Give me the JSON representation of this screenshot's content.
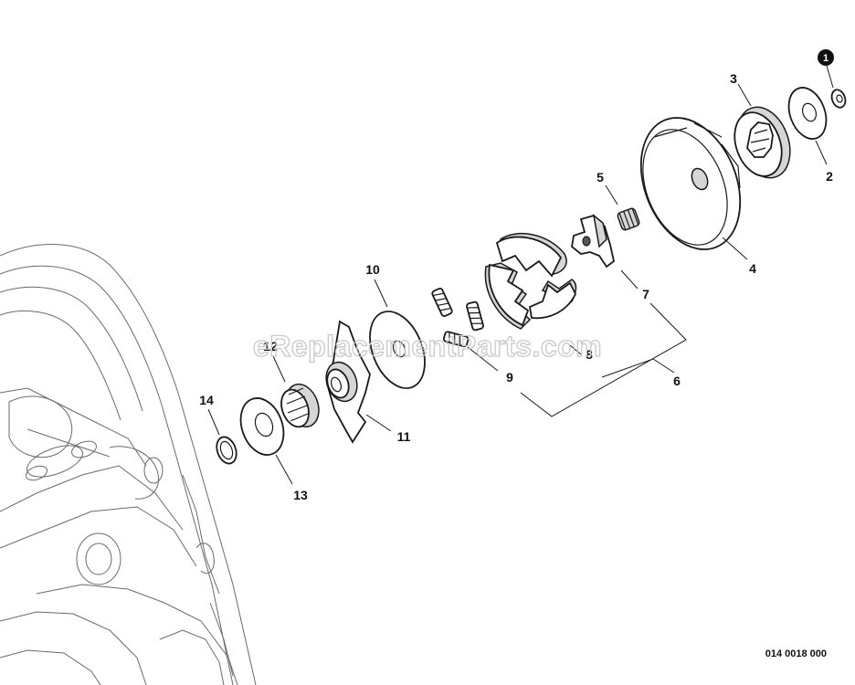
{
  "diagram": {
    "watermark": "eReplacementParts.com",
    "document_number": "014 0018 000",
    "callouts": [
      {
        "id": "1",
        "label": "1",
        "highlighted": true
      },
      {
        "id": "2",
        "label": "2"
      },
      {
        "id": "3",
        "label": "3"
      },
      {
        "id": "4",
        "label": "4"
      },
      {
        "id": "5",
        "label": "5"
      },
      {
        "id": "6",
        "label": "6"
      },
      {
        "id": "7",
        "label": "7"
      },
      {
        "id": "8",
        "label": "8"
      },
      {
        "id": "9",
        "label": "9"
      },
      {
        "id": "10",
        "label": "10"
      },
      {
        "id": "11",
        "label": "11"
      },
      {
        "id": "12",
        "label": "12"
      },
      {
        "id": "13",
        "label": "13"
      },
      {
        "id": "14",
        "label": "14"
      }
    ],
    "colors": {
      "line": "#1a1a1a",
      "highlight_badge": "#111111",
      "watermark": "#c9c9c9",
      "engine_outline": "#6a6a6a"
    }
  }
}
